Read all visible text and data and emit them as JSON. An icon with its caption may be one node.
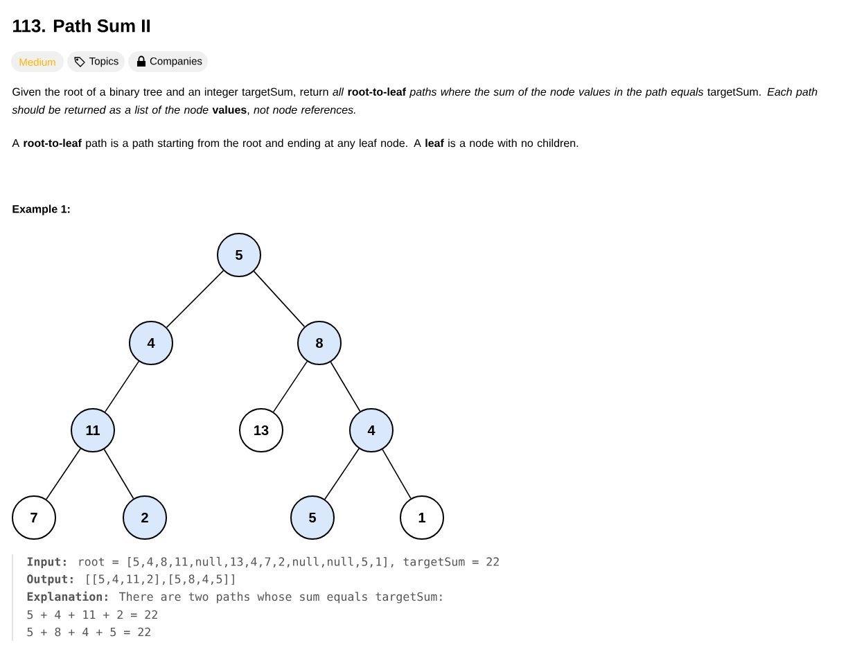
{
  "diagram": {
    "title": "113. Path Sum II",
    "nodes": [
      {
        "text": [
          "5"
        ]
      },
      {
        "text": [
          "4"
        ]
      },
      {
        "text": [
          "8"
        ]
      },
      {
        "text": [
          "11"
        ]
      },
      {
        "text": [
          "13"
        ]
      },
      {
        "text": [
          "4"
        ]
      },
      {
        "text": [
          "7"
        ]
      },
      {
        "text": [
          "2"
        ]
      },
      {
        "text": [
          "5"
        ]
      },
      {
        "text": [
          "1"
        ]
      }
    ],
    "edges": [
      {
        "from": 0,
        "to": 1,
        "arrow": "none"
      },
      {
        "from": 0,
        "to": 2,
        "arrow": "none"
      },
      {
        "from": 1,
        "to": 3,
        "arrow": "none"
      },
      {
        "from": 2,
        "to": 4,
        "arrow": "none"
      },
      {
        "from": 2,
        "to": 5,
        "arrow": "none"
      },
      {
        "from": 3,
        "to": 6,
        "arrow": "none"
      },
      {
        "from": 3,
        "to": 7,
        "arrow": "none"
      },
      {
        "from": 5,
        "to": 8,
        "arrow": "none"
      },
      {
        "from": 5,
        "to": 9,
        "arrow": "none"
      }
    ],
    "labels": [
      "Medium",
      "Topics",
      "Companies",
      "Given the root of a binary tree and an integer targetSum, return *all* **root-to-leaf** *paths where the sum of the node values in the path equals* targetSum. *Each path should be returned as a list of the node* **values**, *not node references.*",
      "A **root-to-leaf** path is a path starting from the root and ending at any leaf node. A **leaf** is a node with no children.",
      "Example 1:",
      "**Input:** root = [5,4,8,11,null,13,4,7,2,null,null,5,1], targetSum = 22",
      "**Output:** [[5,4,11,2],[5,8,4,5]]",
      "**Explanation:** There are two paths whose sum equals targetSum:",
      "5 + 4 + 11 + 2 = 22",
      "5 + 8 + 4 + 5 = 22"
    ]
  }
}
